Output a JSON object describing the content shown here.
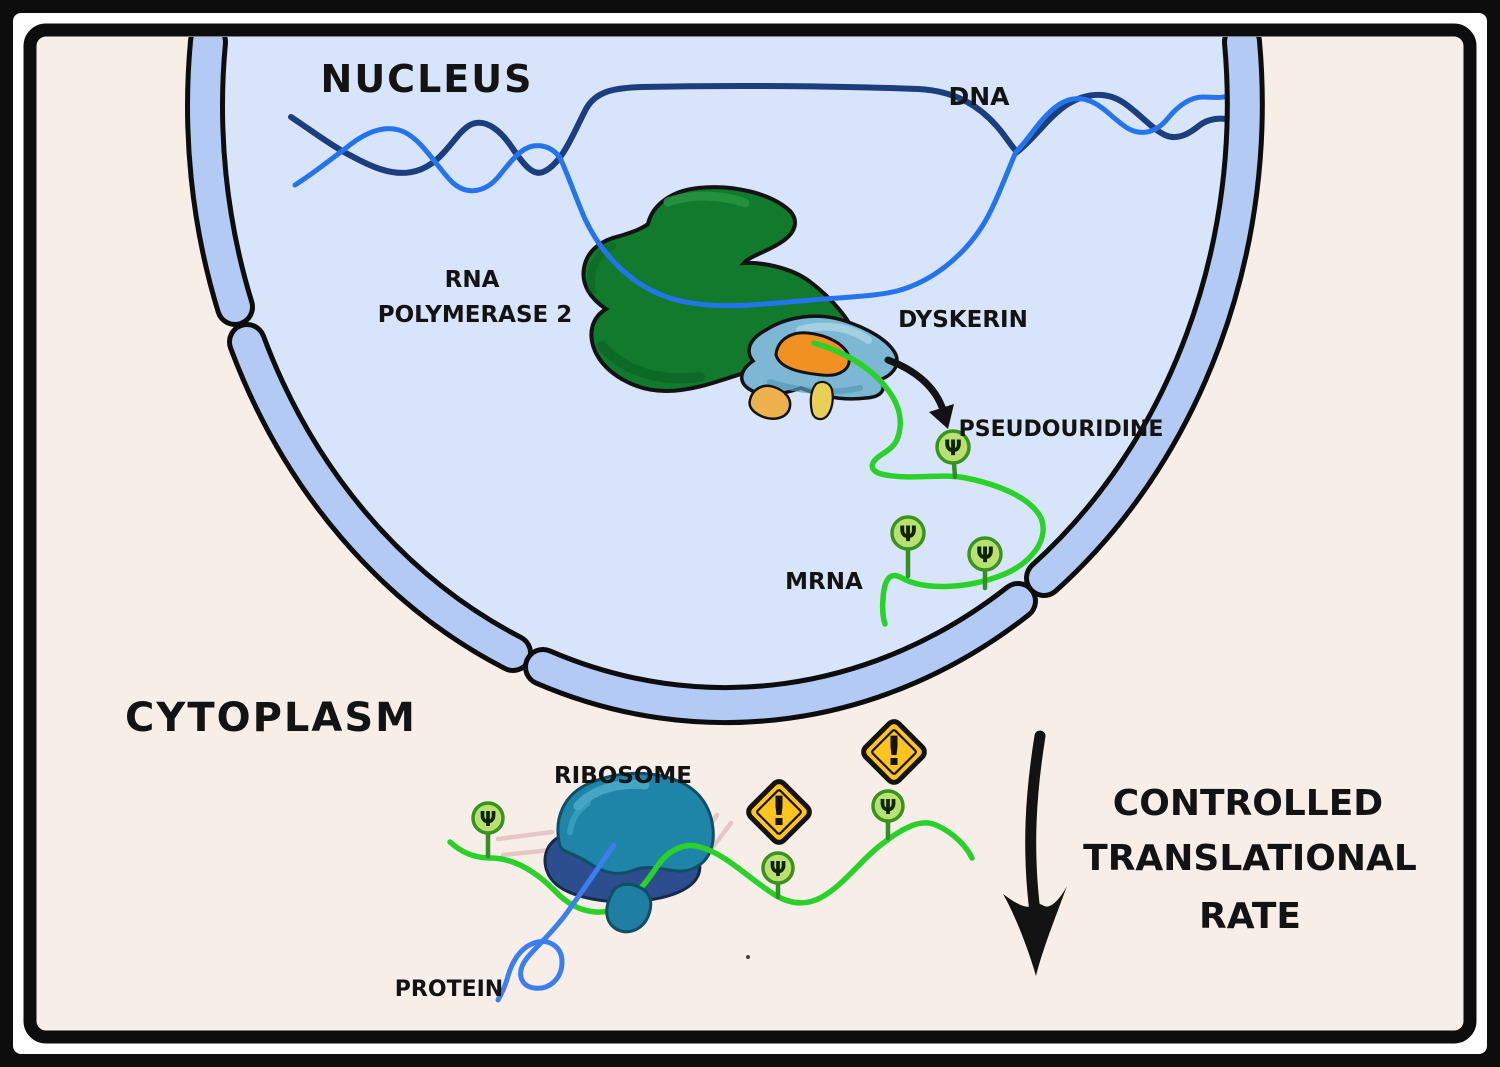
{
  "labels": {
    "nucleus": "NUCLEUS",
    "dna": "DNA",
    "rna_polymerase_line1": "RNA",
    "rna_polymerase_line2": "POLYMERASE 2",
    "dyskerin": "DYSKERIN",
    "pseudouridine": "PSEUDOURIDINE",
    "mrna": "MRNA",
    "cytoplasm": "CYTOPLASM",
    "ribosome": "RIBOSOME",
    "protein": "PROTEIN",
    "outcome_line1": "CONTROLLED",
    "outcome_line2": "TRANSLATIONAL",
    "outcome_line3": "RATE"
  },
  "symbols": {
    "pseudouridine_mark": "Ψ",
    "warning": "!"
  },
  "colors": {
    "frame_ink": "#0d0d0d",
    "mat_white": "#ffffff",
    "cytoplasm_bg": "#f8eee8",
    "nucleus_fill": "#d8e4fa",
    "envelope_fill": "#b3cbf4",
    "nucleus_label": "#84a0d0",
    "cytoplasm_label": "#b69a84",
    "dna_dark": "#1b3f7e",
    "dna_bright": "#2574ef",
    "mrna_green": "#28d228",
    "pseudouridine_fill": "#b9e170",
    "pseudouridine_ring": "#38941f",
    "polymerase_green": "#117a2d",
    "dyskerin_blue": "#7cb7d3",
    "orange_subunit": "#f19122",
    "amber_subunit": "#edb14c",
    "yellow_subunit": "#e8cf55",
    "ribosome_large": "#1e85a8",
    "ribosome_small": "#2c4e8e",
    "protein_blue": "#3b7ef2",
    "warning_yellow": "#ffc41d",
    "speed_line_pink": "#e7c6c6",
    "ink": "#131313"
  }
}
